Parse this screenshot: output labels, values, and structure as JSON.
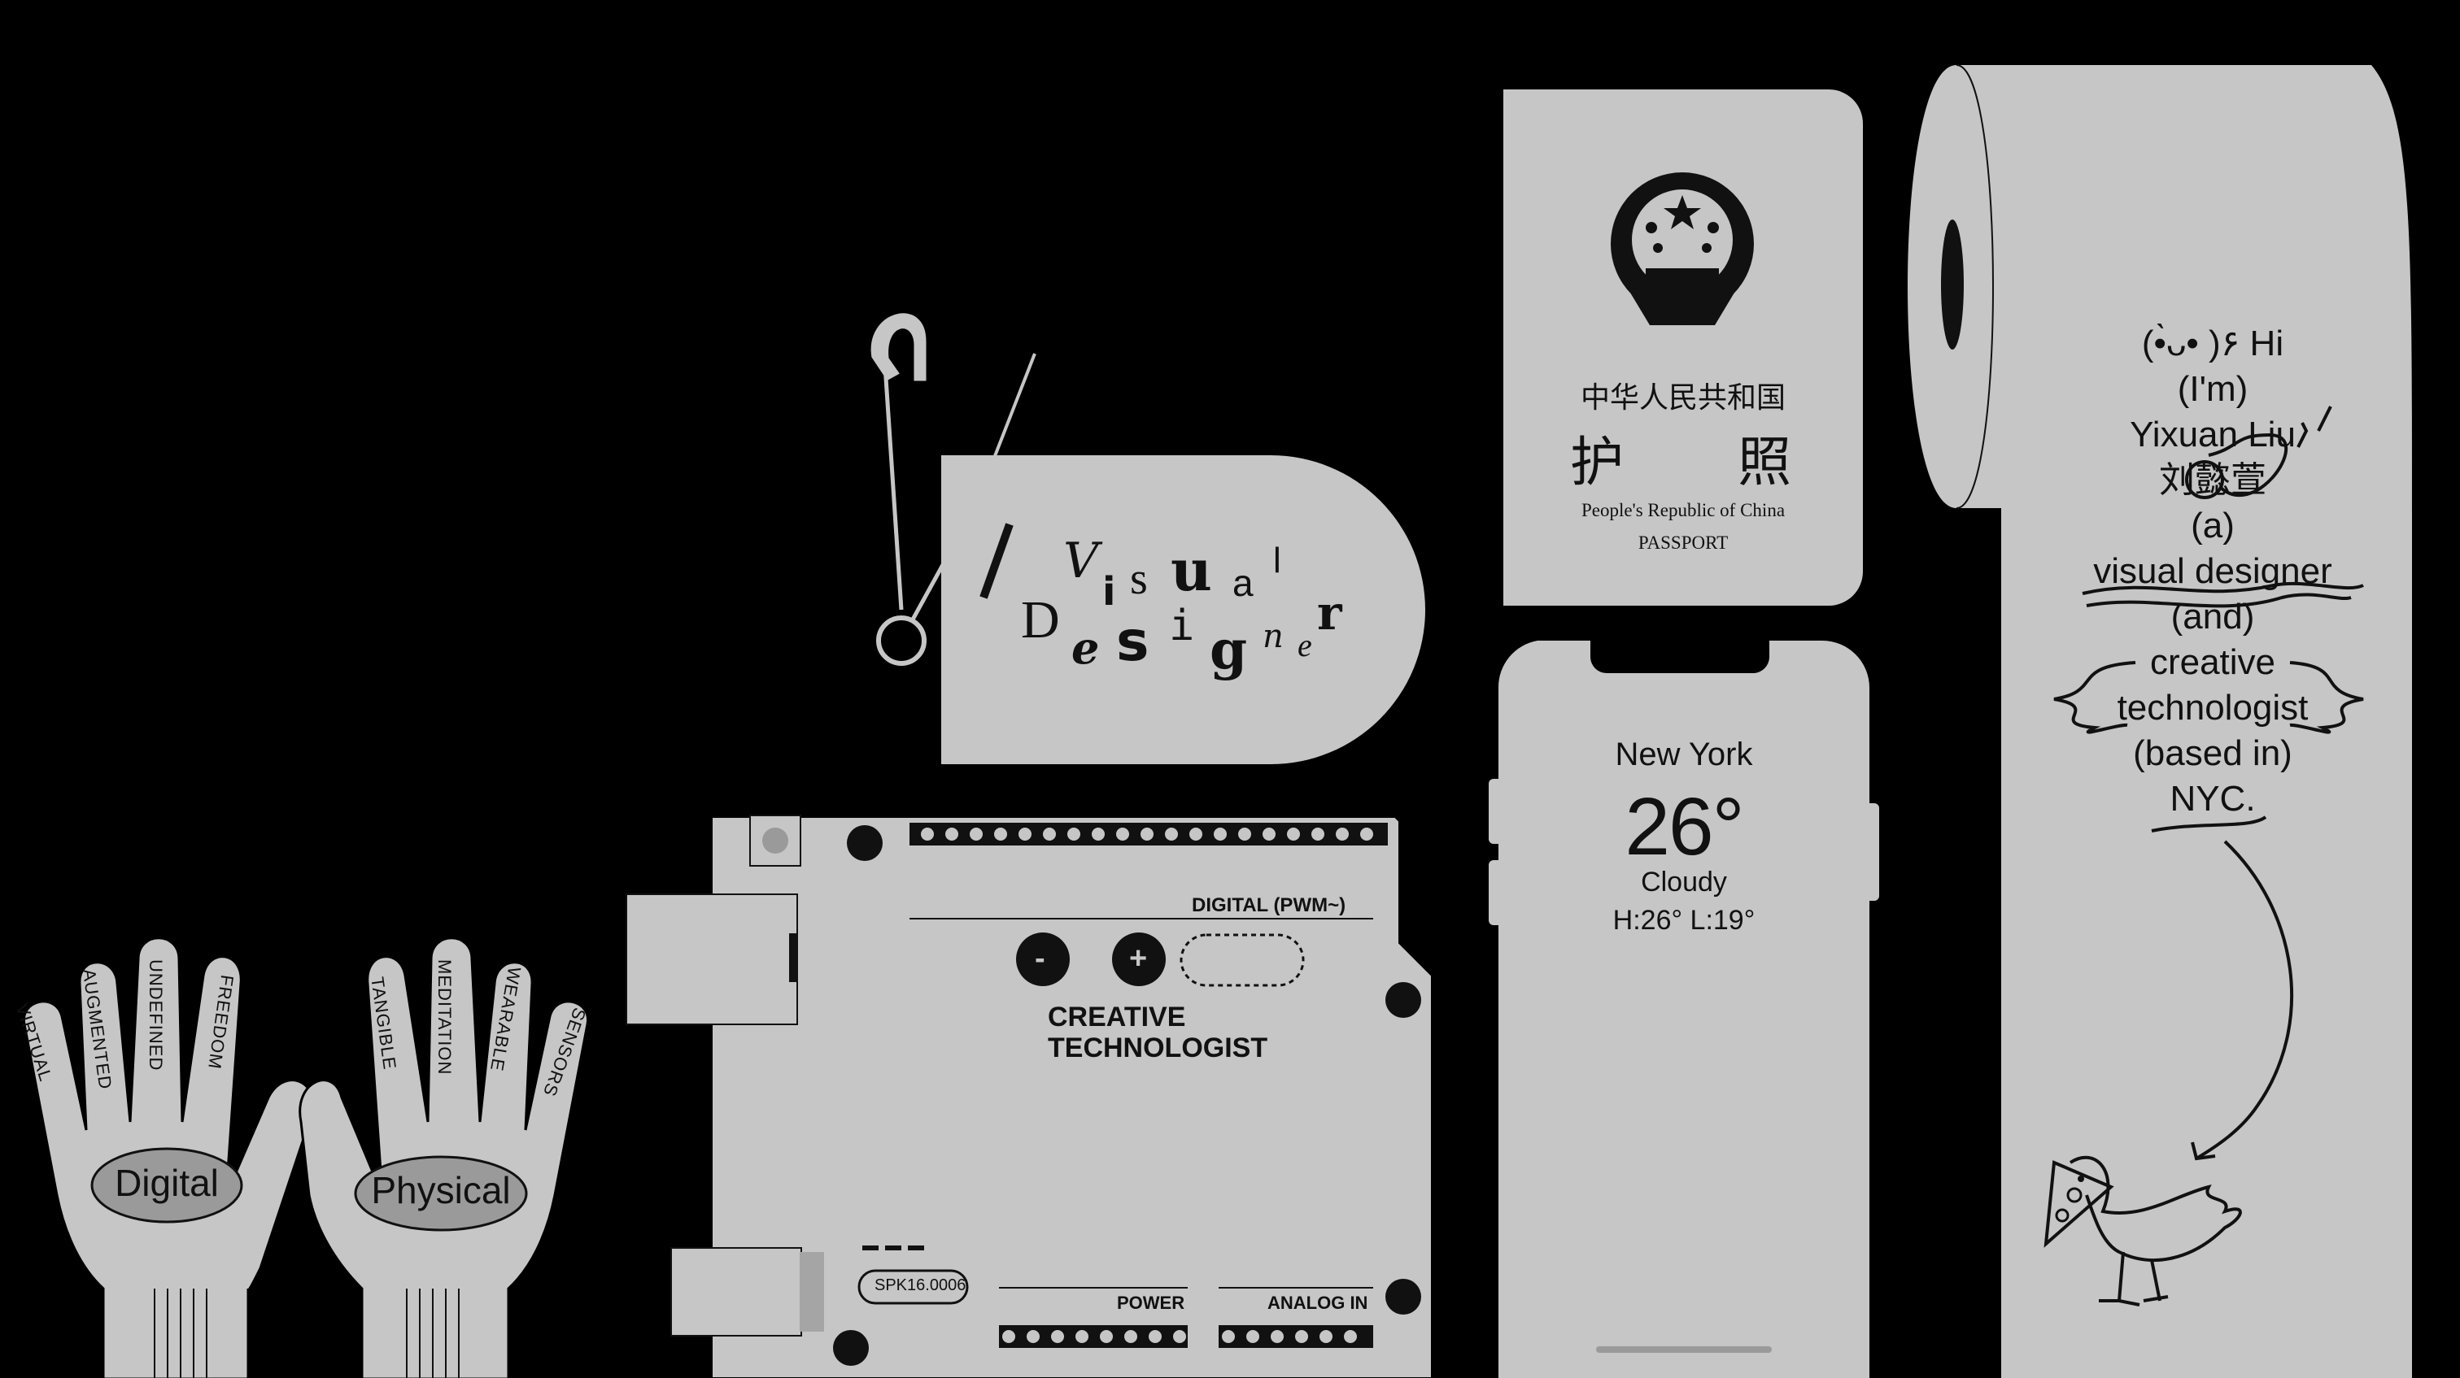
{
  "gloves": {
    "left_label": "Digital",
    "right_label": "Physical",
    "left_fingers": [
      "VIRTUAL",
      "AUGMENTED",
      "UNDEFINED",
      "FREEDOM"
    ],
    "right_fingers": [
      "TANGIBLE",
      "MEDITATION",
      "WEARABLE",
      "SENSORS"
    ]
  },
  "tag": {
    "letters": [
      "V",
      "i",
      "s",
      "u",
      "a",
      "l",
      "D",
      "e",
      "s",
      "i",
      "g",
      "n",
      "e",
      "r"
    ]
  },
  "board": {
    "digital_label": "DIGITAL (PWM~)",
    "minus": "-",
    "plus": "+",
    "title_line1": "CREATIVE",
    "title_line2": "TECHNOLOGIST",
    "chip_label": "SPK16.0006",
    "power_label": "POWER",
    "analog_label": "ANALOG IN"
  },
  "passport": {
    "country_cn": "中华人民共和国",
    "title_cn_1": "护",
    "title_cn_2": "照",
    "country_en": "People's Republic of China",
    "title_en": "PASSPORT"
  },
  "phone": {
    "city": "New York",
    "temperature": "26°",
    "condition": "Cloudy",
    "high_low": "H:26° L:19°"
  },
  "scroll": {
    "lines": [
      "(•̀ᴗ• )۶ Hi",
      "(I'm)",
      "Yixuan Liu",
      "刘懿萱",
      "(a)",
      "visual designer",
      "(and)",
      "creative",
      "technologist",
      "(based in)",
      "NYC."
    ]
  },
  "colors": {
    "background": "#000000",
    "object": "#c6c6c6",
    "ink": "#111111"
  }
}
